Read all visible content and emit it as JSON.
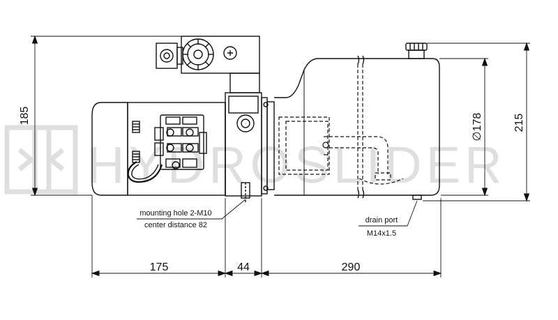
{
  "watermark": {
    "text": "HYDROSLIDER",
    "color": "#d9d9d9"
  },
  "dimensions": {
    "overall_height": "185",
    "tank_height": "215",
    "tank_diameter": "∅178",
    "motor_length": "175",
    "adapter_length": "44",
    "tank_length": "290"
  },
  "callouts": {
    "mounting_hole": {
      "line1": "mounting hole 2-M10",
      "line2": "center distance 82"
    },
    "drain_port": {
      "line1": "drain port",
      "line2": "M14x1.5"
    }
  },
  "colors": {
    "line": "#111111",
    "background": "#ffffff"
  }
}
